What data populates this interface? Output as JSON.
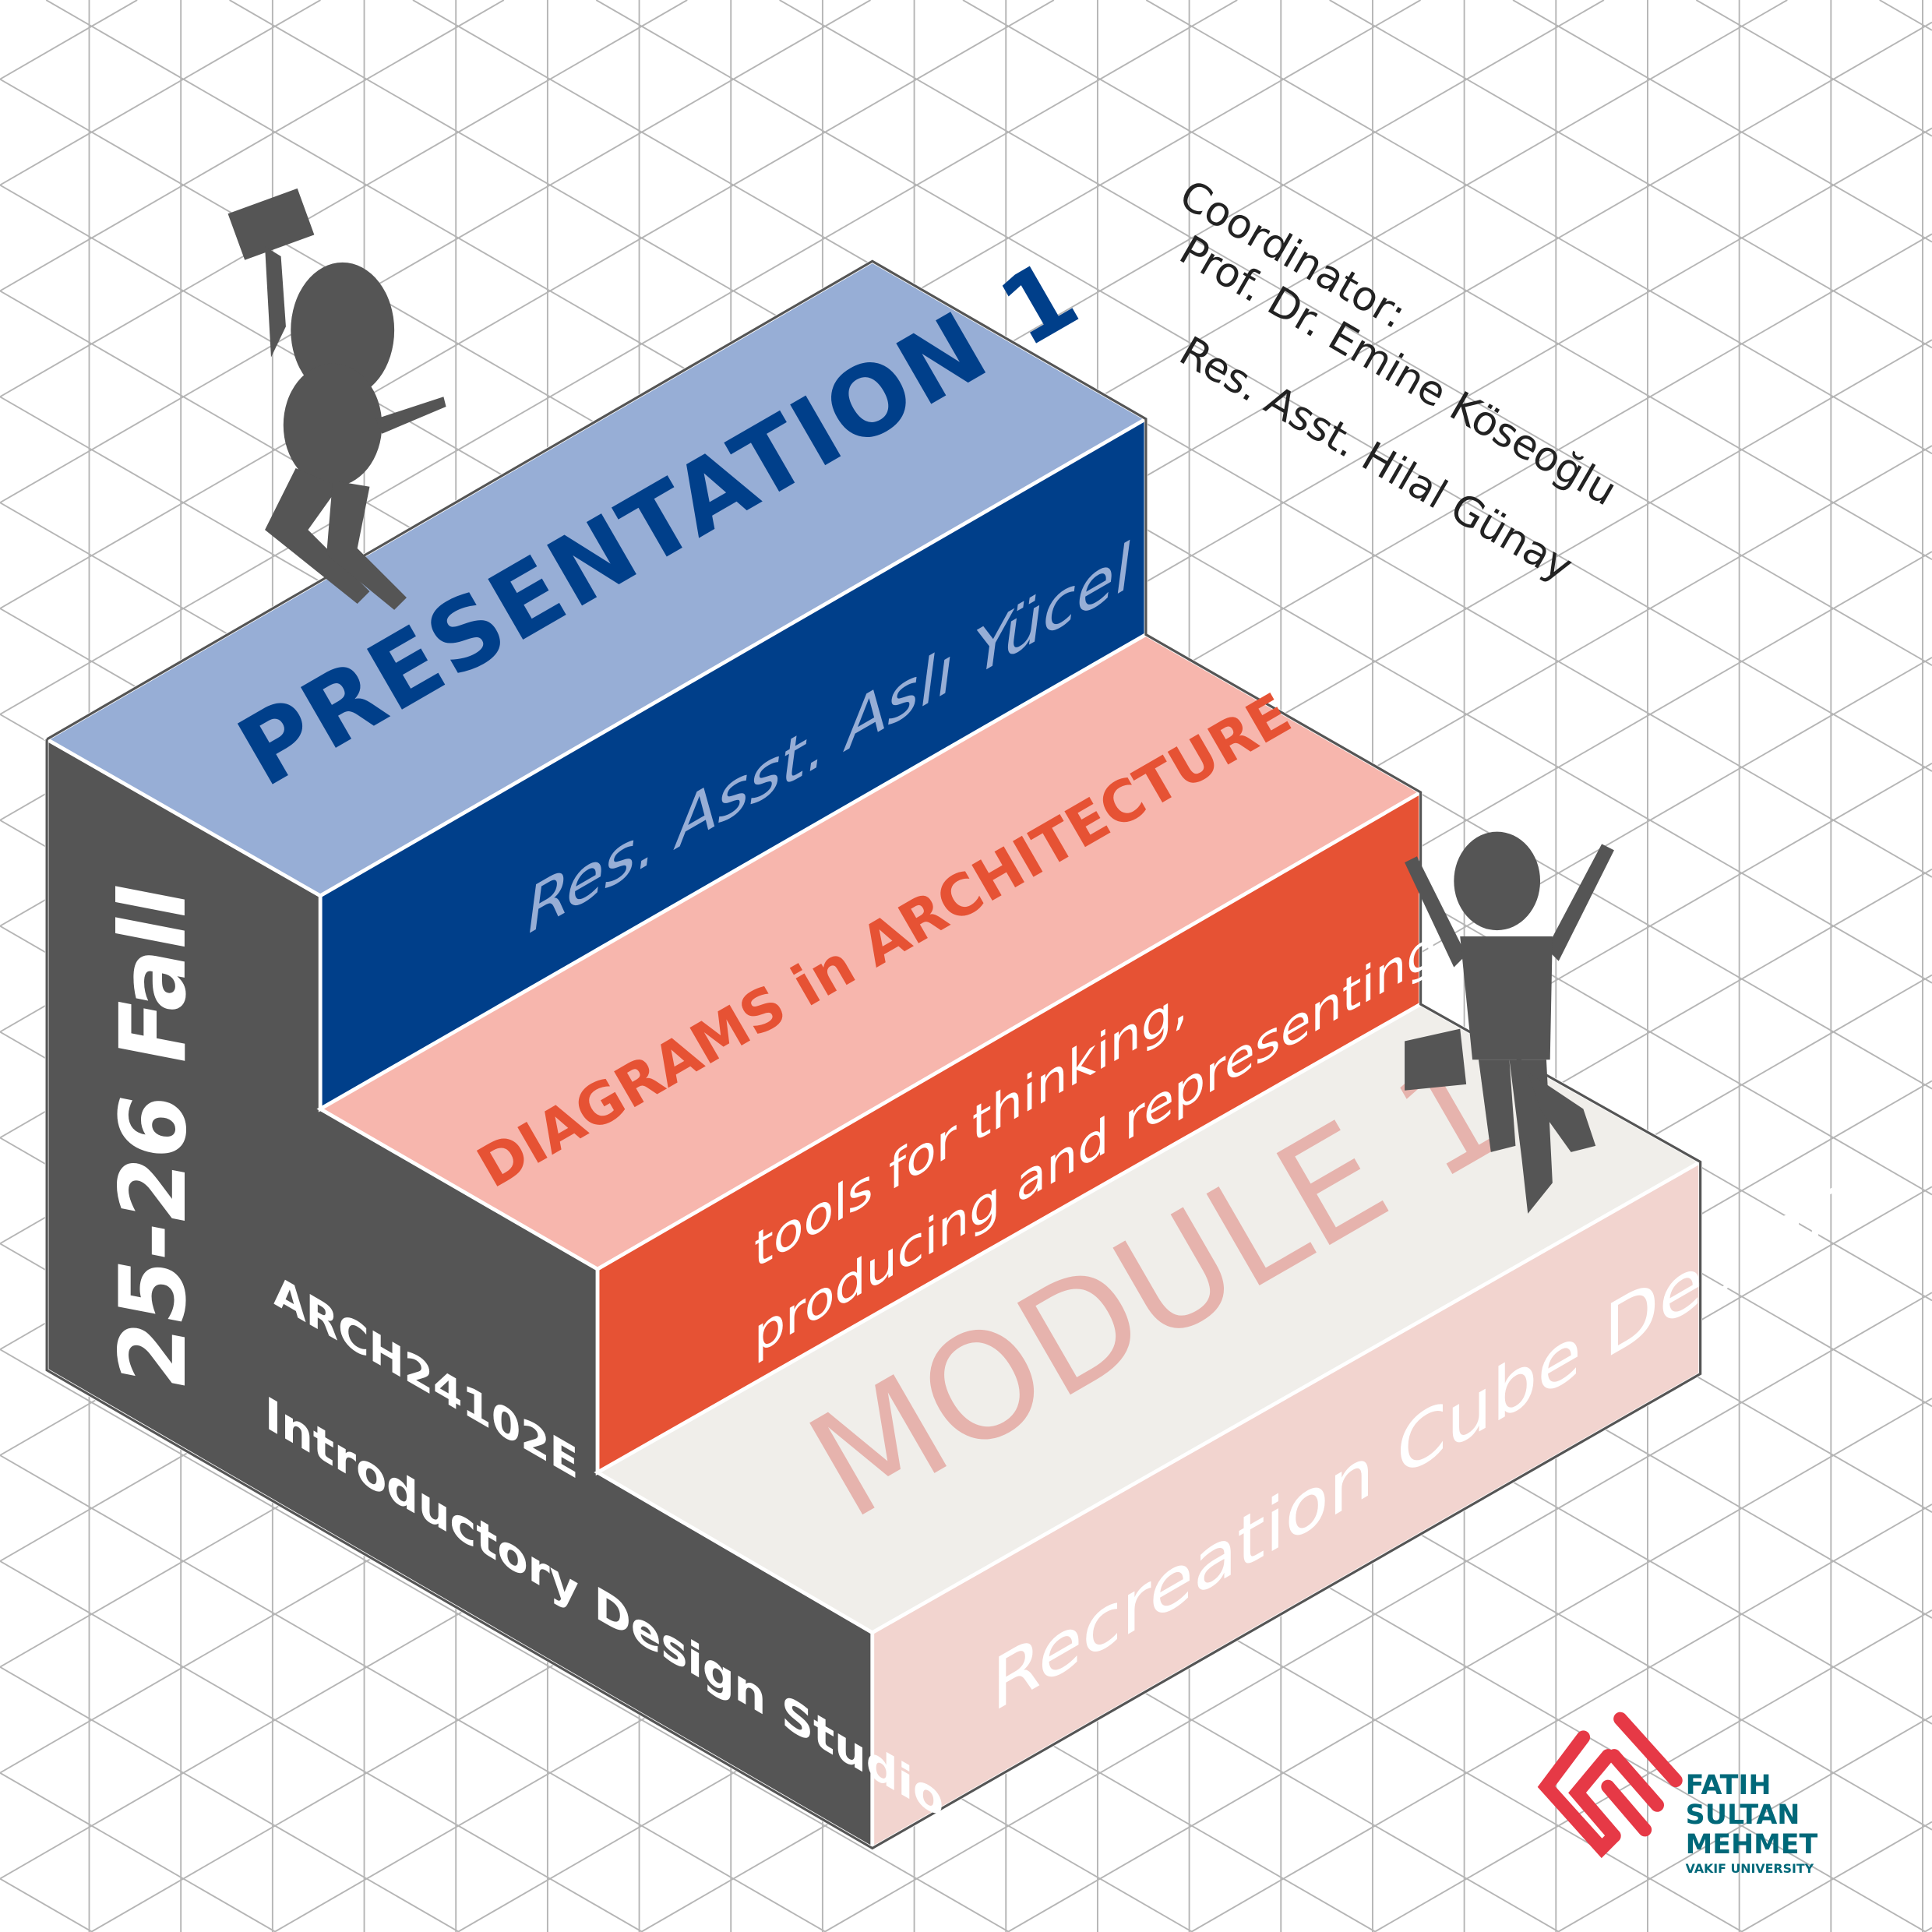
{
  "colors": {
    "grid": "#b5b5b5",
    "top_block_top": "#97aed6",
    "top_block_front": "#003f8a",
    "side": "#555555",
    "mid_top": "#f7b6ad",
    "mid_front": "#e65234",
    "low_top": "#f0eeea",
    "low_front": "#f2d4cf",
    "logo_red": "#e63946",
    "logo_teal": "#006879"
  },
  "top_block": {
    "title": "PRESENTATION 1",
    "subtitle": "Res. Asst. Aslı Yücel"
  },
  "middle_block": {
    "title": "DIAGRAMS in ARCHITECTURE",
    "subtitle_line1": "tools for thinking,",
    "subtitle_line2": "producing and representing"
  },
  "lower_block": {
    "title": "MODULE 1",
    "subtitle": "Recreation Cube Design"
  },
  "side": {
    "term": "25-26 Fall",
    "course_code": "ARCH24102E",
    "course_name": "Introductory Design Studio"
  },
  "staff": {
    "coordinator_label": "Coordinator:",
    "coordinator_name": "Prof. Dr. Emine Köseoğlu",
    "assistant": "Res. Asst. Hilal Günay"
  },
  "logo": {
    "line1": "FATIH",
    "line2": "SULTAN",
    "line3": "MEHMET",
    "line4": "VAKIF UNIVERSITY"
  }
}
